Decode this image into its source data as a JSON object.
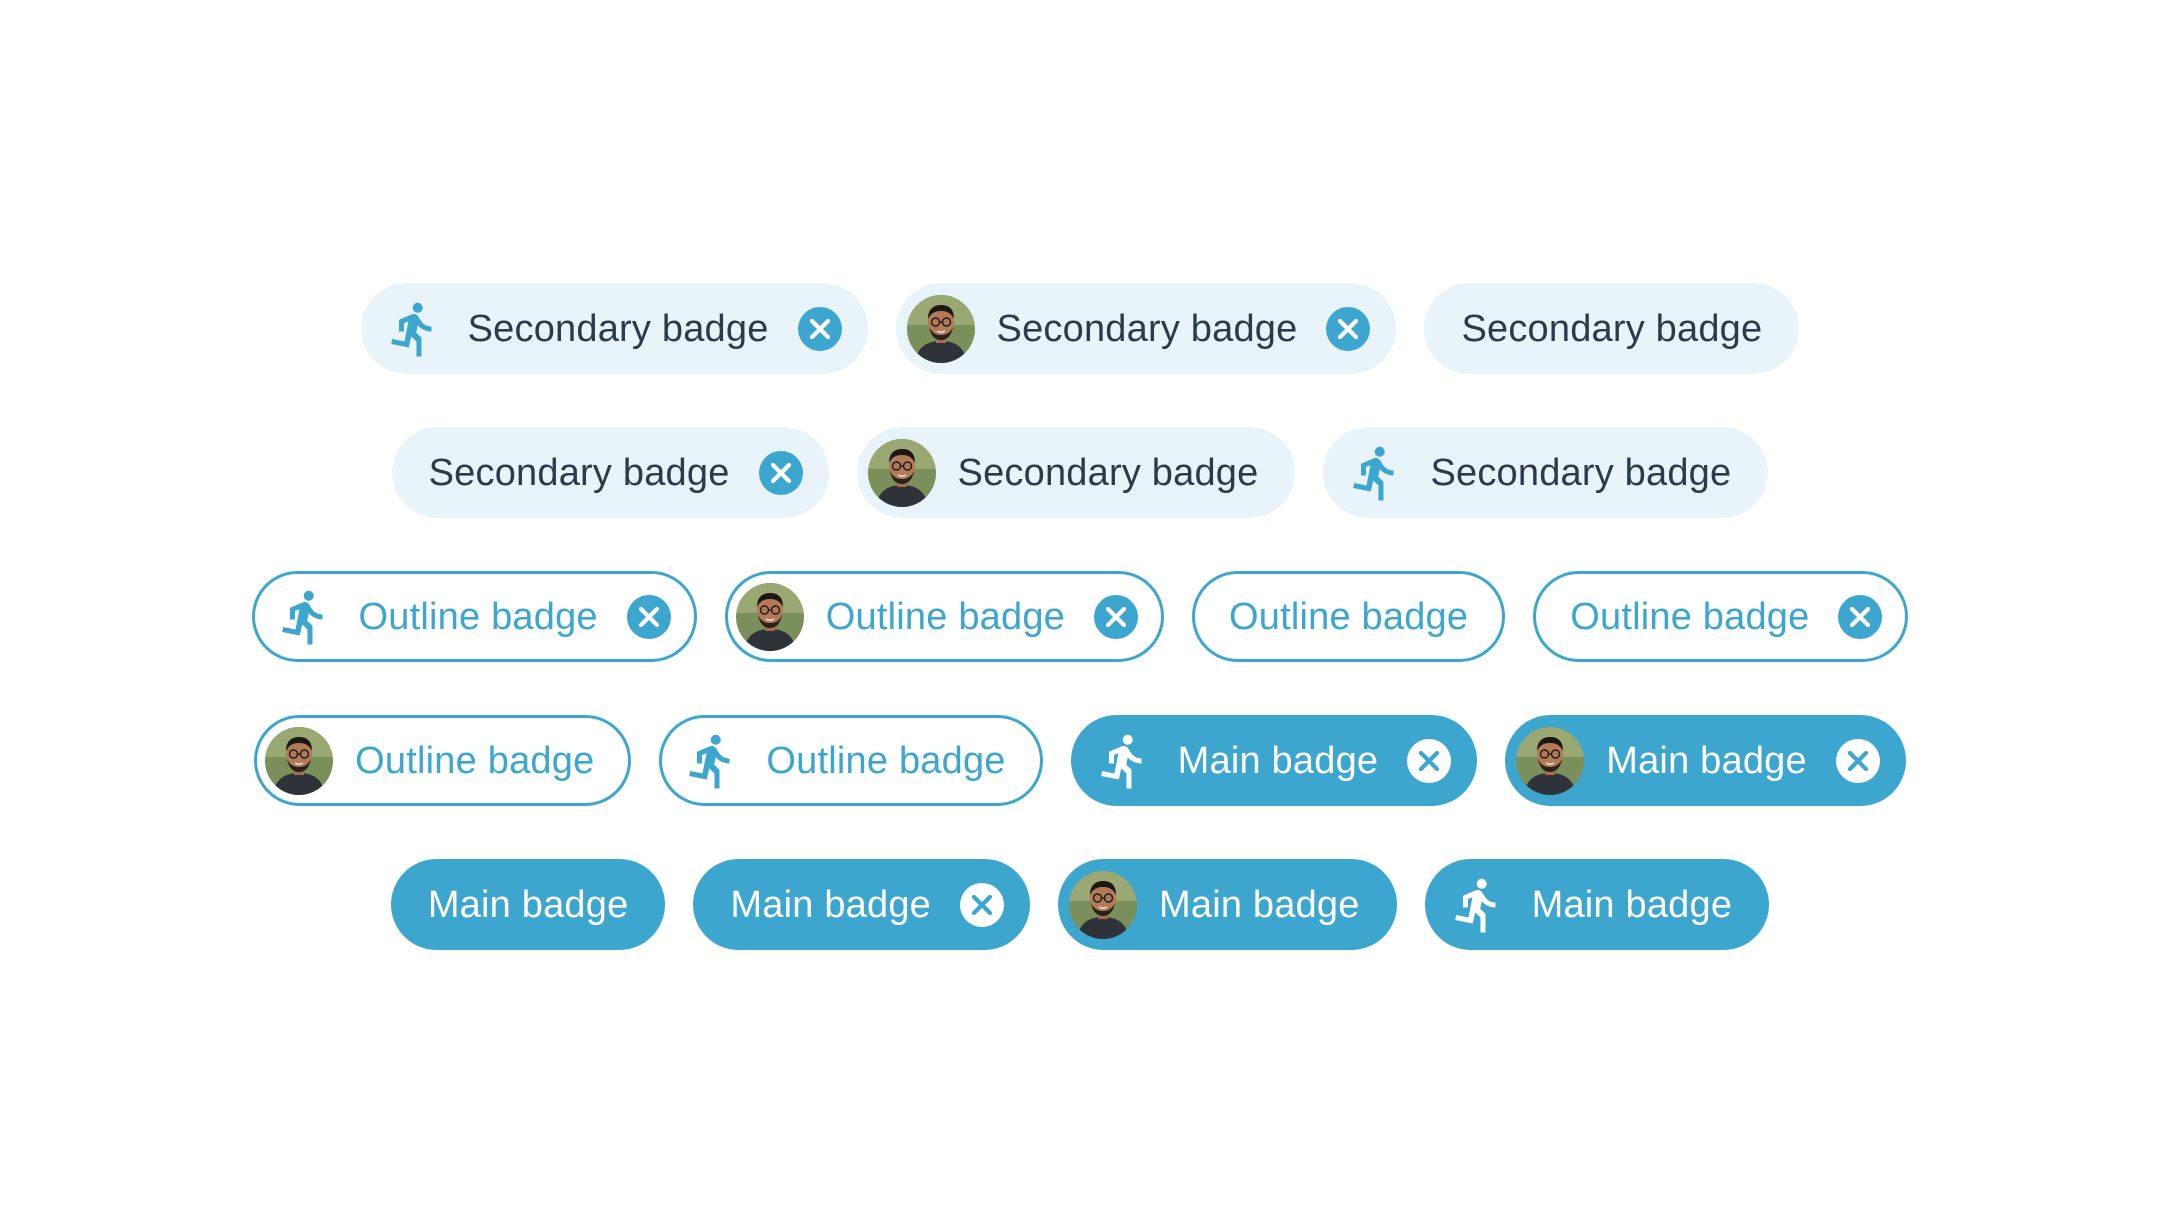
{
  "colors": {
    "accent": "#3da6cf",
    "secondary_bg": "#e8f4fa",
    "secondary_text": "#2c3a4a",
    "main_text": "#ffffff"
  },
  "rows": [
    {
      "badges": [
        {
          "variant": "secondary",
          "lead": "running-person-icon",
          "label": "Secondary badge",
          "closable": true
        },
        {
          "variant": "secondary",
          "lead": "avatar",
          "label": "Secondary badge",
          "closable": true
        },
        {
          "variant": "secondary",
          "lead": "",
          "label": "Secondary badge",
          "closable": false
        }
      ]
    },
    {
      "badges": [
        {
          "variant": "secondary",
          "lead": "",
          "label": "Secondary badge",
          "closable": true
        },
        {
          "variant": "secondary",
          "lead": "avatar",
          "label": "Secondary badge",
          "closable": false
        },
        {
          "variant": "secondary",
          "lead": "running-person-icon",
          "label": "Secondary badge",
          "closable": false
        }
      ]
    },
    {
      "badges": [
        {
          "variant": "outline",
          "lead": "running-person-icon",
          "label": "Outline badge",
          "closable": true
        },
        {
          "variant": "outline",
          "lead": "avatar",
          "label": "Outline badge",
          "closable": true
        },
        {
          "variant": "outline",
          "lead": "",
          "label": "Outline badge",
          "closable": false
        },
        {
          "variant": "outline",
          "lead": "",
          "label": "Outline badge",
          "closable": true
        }
      ]
    },
    {
      "badges": [
        {
          "variant": "outline",
          "lead": "avatar",
          "label": "Outline badge",
          "closable": false
        },
        {
          "variant": "outline",
          "lead": "running-person-icon",
          "label": "Outline badge",
          "closable": false
        },
        {
          "variant": "main",
          "lead": "running-person-icon",
          "label": "Main badge",
          "closable": true
        },
        {
          "variant": "main",
          "lead": "avatar",
          "label": "Main badge",
          "closable": true
        }
      ]
    },
    {
      "badges": [
        {
          "variant": "main",
          "lead": "",
          "label": "Main badge",
          "closable": false
        },
        {
          "variant": "main",
          "lead": "",
          "label": "Main badge",
          "closable": true
        },
        {
          "variant": "main",
          "lead": "avatar",
          "label": "Main badge",
          "closable": false
        },
        {
          "variant": "main",
          "lead": "running-person-icon",
          "label": "Main badge",
          "closable": false
        }
      ]
    }
  ]
}
